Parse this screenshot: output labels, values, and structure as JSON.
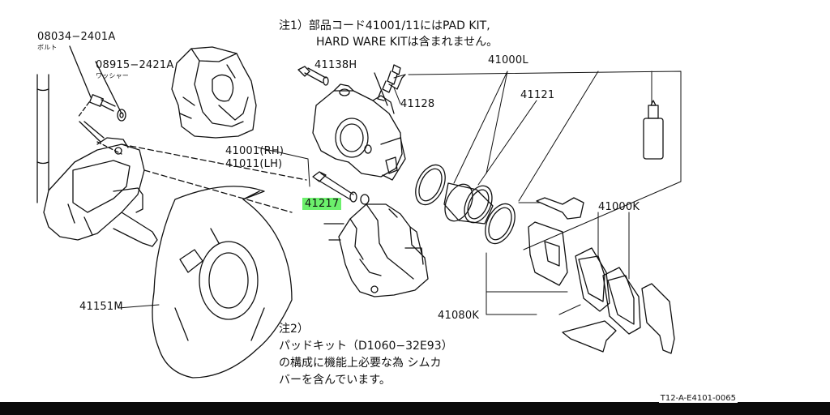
{
  "notes": {
    "note1_line1": "注1）部品コード41001/11にはPAD KIT,",
    "note1_line2": "HARD WARE KITは含まれません。",
    "note2_title": "注2）",
    "note2_line1": "パッドキット（D1060−32E93）",
    "note2_line2": "の構成に機能上必要な為 シムカ",
    "note2_line3": "バーを含んでいます。"
  },
  "labels": {
    "bolt_code": "08034−2401A",
    "bolt_name": "ボルト",
    "washer_code": "08915−2421A",
    "washer_name": "ワッシャー",
    "p41138h": "41138H",
    "p41128": "41128",
    "p41000l": "41000L",
    "p41121": "41121",
    "p41001": "41001(RH)",
    "p41011": "41011(LH)",
    "p41217": "41217",
    "p41000k": "41000K",
    "p41151m": "41151M",
    "p41080k": "41080K"
  },
  "highlight_color": "#6cf06c",
  "footer_code": "T12-A-E4101-0065"
}
